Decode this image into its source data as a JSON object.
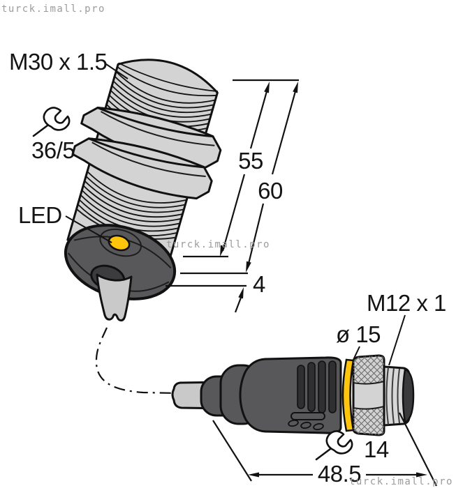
{
  "watermarks": {
    "top_left": "turck.imall.pro",
    "middle": "turck.imall.pro",
    "bottom_right": "turck.imall.pro"
  },
  "sensor": {
    "thread_label": "M30 x 1.5",
    "wrench_size_label": "36/5",
    "led_label": "LED",
    "dim_thread_length": "55",
    "dim_total_length": "60",
    "dim_face_offset": "4"
  },
  "connector": {
    "thread_label": "M12 x 1",
    "diameter_label": "ø 15",
    "wrench_size_label": "14",
    "dim_length": "48.5"
  },
  "icons": {
    "wrench": "open-end-spanner-glyph"
  },
  "colors": {
    "accent_yellow": "#ffc40c",
    "body_dark": "#58585a",
    "body_light": "#d3d3d3",
    "cable": "#c9c9c9",
    "watermark": "#9b9b9b",
    "line": "#111111"
  }
}
